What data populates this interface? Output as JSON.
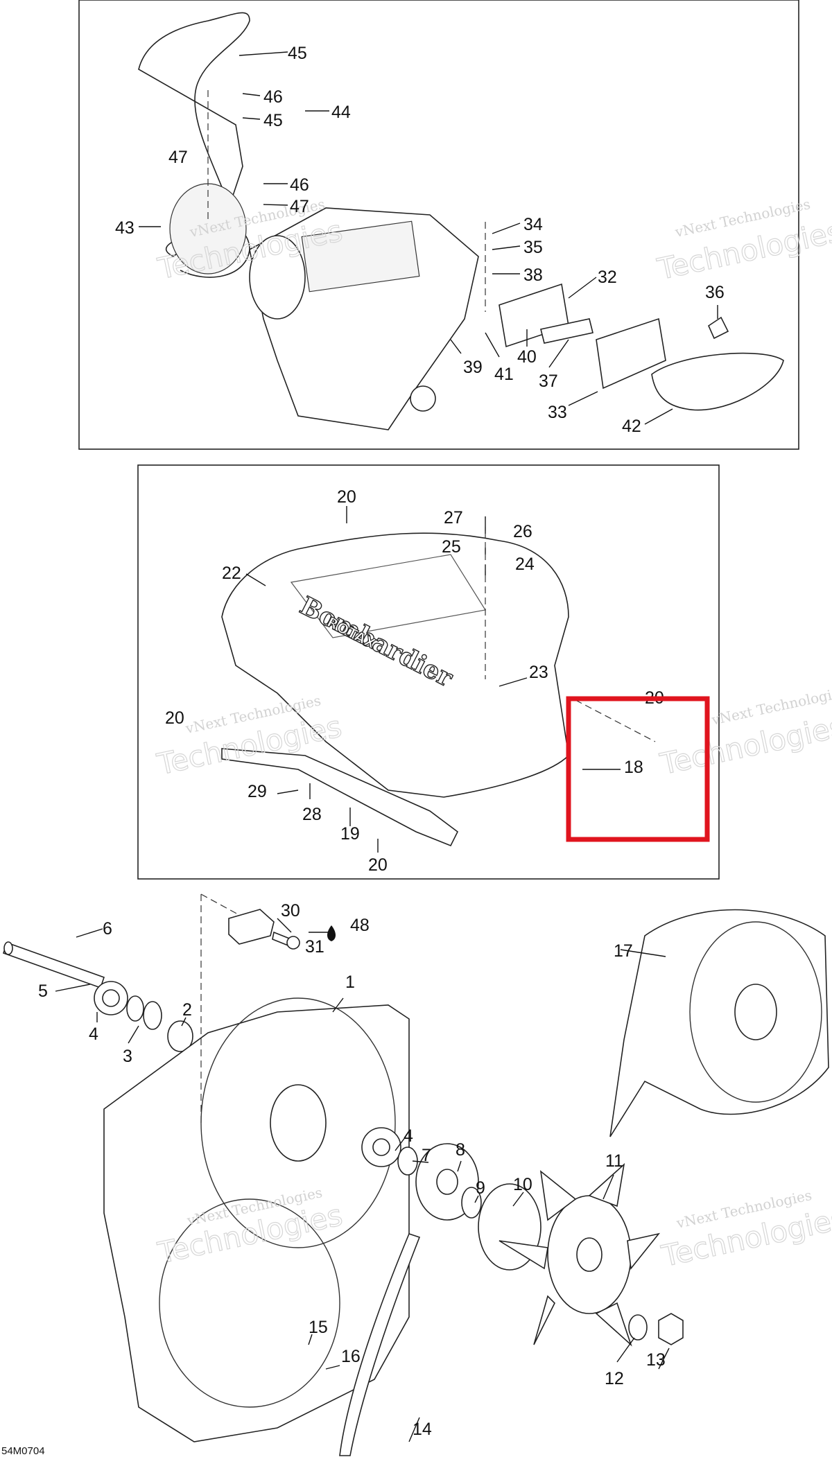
{
  "diagram_code": "54M0704",
  "watermark": {
    "line1": "vNext Technologies",
    "line2": "Technologies"
  },
  "highlight": {
    "color": "#e0141e",
    "callout": "18"
  },
  "callouts": [
    {
      "id": "45a",
      "label": "45"
    },
    {
      "id": "46a",
      "label": "46"
    },
    {
      "id": "45b",
      "label": "45"
    },
    {
      "id": "44",
      "label": "44"
    },
    {
      "id": "47a",
      "label": "47"
    },
    {
      "id": "46b",
      "label": "46"
    },
    {
      "id": "47b",
      "label": "47"
    },
    {
      "id": "43",
      "label": "43"
    },
    {
      "id": "34",
      "label": "34"
    },
    {
      "id": "35",
      "label": "35"
    },
    {
      "id": "38",
      "label": "38"
    },
    {
      "id": "32",
      "label": "32"
    },
    {
      "id": "36",
      "label": "36"
    },
    {
      "id": "40",
      "label": "40"
    },
    {
      "id": "39",
      "label": "39"
    },
    {
      "id": "41",
      "label": "41"
    },
    {
      "id": "37",
      "label": "37"
    },
    {
      "id": "33",
      "label": "33"
    },
    {
      "id": "42",
      "label": "42"
    },
    {
      "id": "20a",
      "label": "20"
    },
    {
      "id": "27",
      "label": "27"
    },
    {
      "id": "26",
      "label": "26"
    },
    {
      "id": "25",
      "label": "25"
    },
    {
      "id": "24",
      "label": "24"
    },
    {
      "id": "22",
      "label": "22"
    },
    {
      "id": "23",
      "label": "23"
    },
    {
      "id": "20b",
      "label": "20"
    },
    {
      "id": "20c",
      "label": "20"
    },
    {
      "id": "18",
      "label": "18"
    },
    {
      "id": "29",
      "label": "29"
    },
    {
      "id": "28",
      "label": "28"
    },
    {
      "id": "19",
      "label": "19"
    },
    {
      "id": "20d",
      "label": "20"
    },
    {
      "id": "30",
      "label": "30"
    },
    {
      "id": "48",
      "label": "48"
    },
    {
      "id": "31",
      "label": "31"
    },
    {
      "id": "6",
      "label": "6"
    },
    {
      "id": "5",
      "label": "5"
    },
    {
      "id": "4a",
      "label": "4"
    },
    {
      "id": "3",
      "label": "3"
    },
    {
      "id": "2",
      "label": "2"
    },
    {
      "id": "1",
      "label": "1"
    },
    {
      "id": "17",
      "label": "17"
    },
    {
      "id": "4b",
      "label": "4"
    },
    {
      "id": "7",
      "label": "7"
    },
    {
      "id": "8",
      "label": "8"
    },
    {
      "id": "9",
      "label": "9"
    },
    {
      "id": "10",
      "label": "10"
    },
    {
      "id": "11",
      "label": "11"
    },
    {
      "id": "15",
      "label": "15"
    },
    {
      "id": "16",
      "label": "16"
    },
    {
      "id": "12",
      "label": "12"
    },
    {
      "id": "13",
      "label": "13"
    },
    {
      "id": "14",
      "label": "14"
    }
  ]
}
